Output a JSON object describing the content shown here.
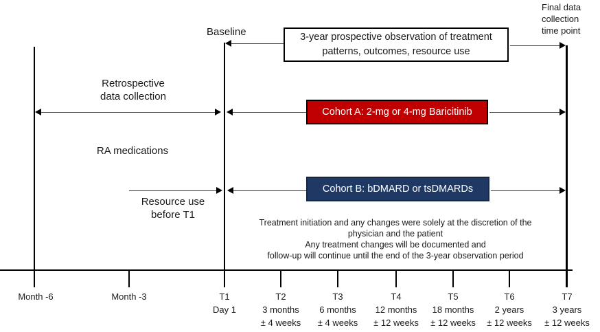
{
  "colors": {
    "cohort_a_fill": "#C00000",
    "cohort_b_fill": "#1F3864",
    "line": "#000000"
  },
  "labels": {
    "baseline": "Baseline",
    "final_lines": [
      "Final data",
      "collection",
      "time point"
    ],
    "retrospective_lines": [
      "Retrospective",
      "data collection"
    ],
    "ra_medications": "RA medications",
    "resource_lines": [
      "Resource use",
      "before T1"
    ]
  },
  "boxes": {
    "observation": {
      "lines": [
        "3-year prospective observation of treatment",
        "patterns, outcomes, resource use"
      ]
    },
    "cohort_a": {
      "label": "Cohort A: 2-mg or 4-mg Baricitinib"
    },
    "cohort_b": {
      "label": "Cohort B: bDMARD or tsDMARDs"
    }
  },
  "note_lines": [
    "Treatment initiation and any changes were solely at the discretion of the",
    "physician and the patient",
    "Any treatment changes will be documented and",
    "follow-up will continue until the end of the 3-year observation period"
  ],
  "timeline": {
    "ticks": [
      {
        "lines": [
          "Month -6"
        ]
      },
      {
        "lines": [
          "Month -3"
        ]
      },
      {
        "lines": [
          "T1",
          "Day 1"
        ]
      },
      {
        "lines": [
          "T2",
          "3 months",
          "± 4 weeks"
        ]
      },
      {
        "lines": [
          "T3",
          "6 months",
          "± 4 weeks"
        ]
      },
      {
        "lines": [
          "T4",
          "12 months",
          "± 12 weeks"
        ]
      },
      {
        "lines": [
          "T5",
          "18 months",
          "± 12 weeks"
        ]
      },
      {
        "lines": [
          "T6",
          "2 years",
          "± 12 weeks"
        ]
      },
      {
        "lines": [
          "T7",
          "3 years",
          "± 12 weeks"
        ]
      }
    ]
  }
}
